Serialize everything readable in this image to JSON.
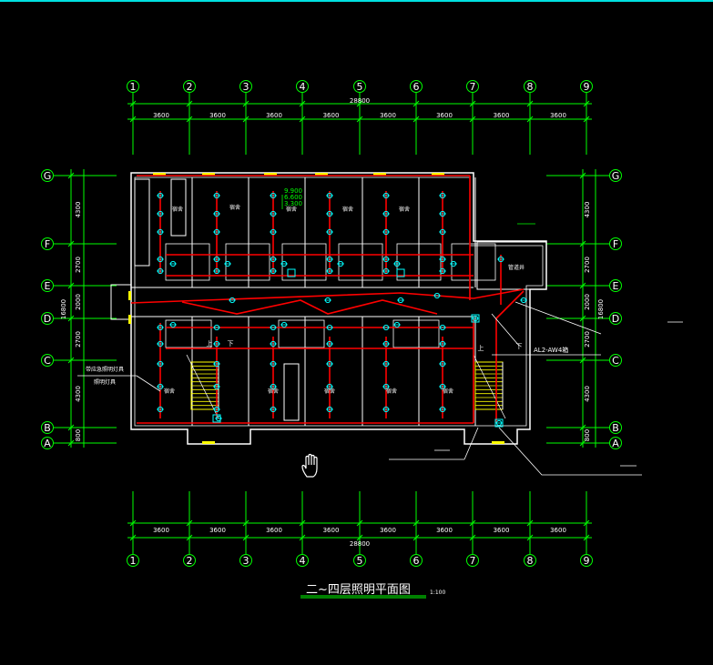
{
  "title": "二~四层照明平面图",
  "scale": "1:100",
  "axes_h": [
    "1",
    "2",
    "3",
    "4",
    "5",
    "6",
    "7",
    "8",
    "9"
  ],
  "axes_v": [
    "G",
    "F",
    "E",
    "D",
    "C",
    "B",
    "A"
  ],
  "total_length": "28800",
  "bay_dims": [
    "3600",
    "3600",
    "3600",
    "3600",
    "3600",
    "3600",
    "3600",
    "3600"
  ],
  "v_dims": [
    "4300",
    "2700",
    "2000",
    "2700",
    "4300",
    "800"
  ],
  "v_total": "16800",
  "room_labels": [
    "宿舍",
    "宿舍",
    "宿舍",
    "宿舍",
    "宿舍",
    "宿舍",
    "宿舍",
    "宿舍",
    "宿舍",
    "宿舍"
  ],
  "elevation_labels": [
    "9.900",
    "6.600",
    "3.300"
  ],
  "panel_label": "AL2-AW4箱",
  "stair_note_1": "带应急照明灯具",
  "stair_note_2": "照明灯具",
  "riser_label": "管道井",
  "up_label": "上",
  "down_label": "下",
  "colors": {
    "grid": "#00ff00",
    "wall": "#ffffff",
    "wire": "#ff0000",
    "fixture": "#00ffff",
    "stair": "#ffff00",
    "axis_bubble": "#ffffff",
    "background": "#000000"
  },
  "icons": [
    "hand-cursor-icon"
  ]
}
